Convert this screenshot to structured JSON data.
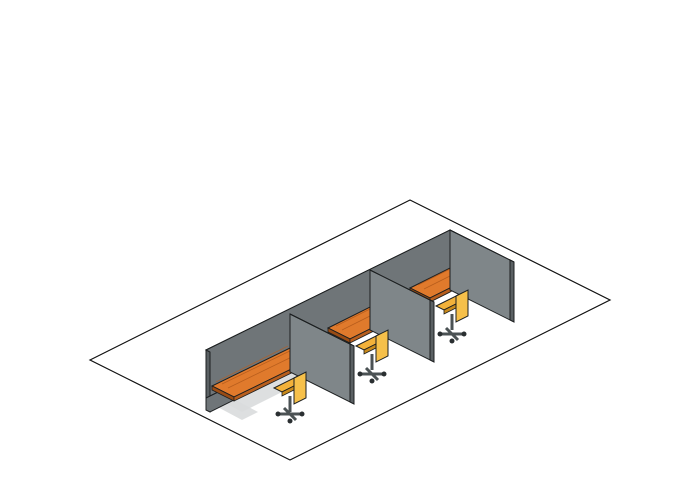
{
  "scene": {
    "type": "isometric office cubicle row",
    "cubicle_count": 3,
    "chairs_count": 3,
    "icons": [
      "floor-outline",
      "cubicle-partition",
      "desk",
      "office-chair"
    ]
  },
  "colors": {
    "background": "#ffffff",
    "floor_outline": "#111111",
    "panel_front": "#6f7578",
    "panel_side": "#7f8689",
    "panel_dark": "#5a6063",
    "panel_top": "#9aa1a4",
    "outline": "#1c1f20",
    "desk_top": "#e07a2c",
    "desk_edge": "#9a4c14",
    "desk_line": "#b85e1d",
    "chair_seat": "#f2b13a",
    "chair_back": "#f6c04a",
    "chair_dark": "#c98a1c",
    "chair_base": "#4b5254",
    "shadow": "#d9dcdd"
  }
}
